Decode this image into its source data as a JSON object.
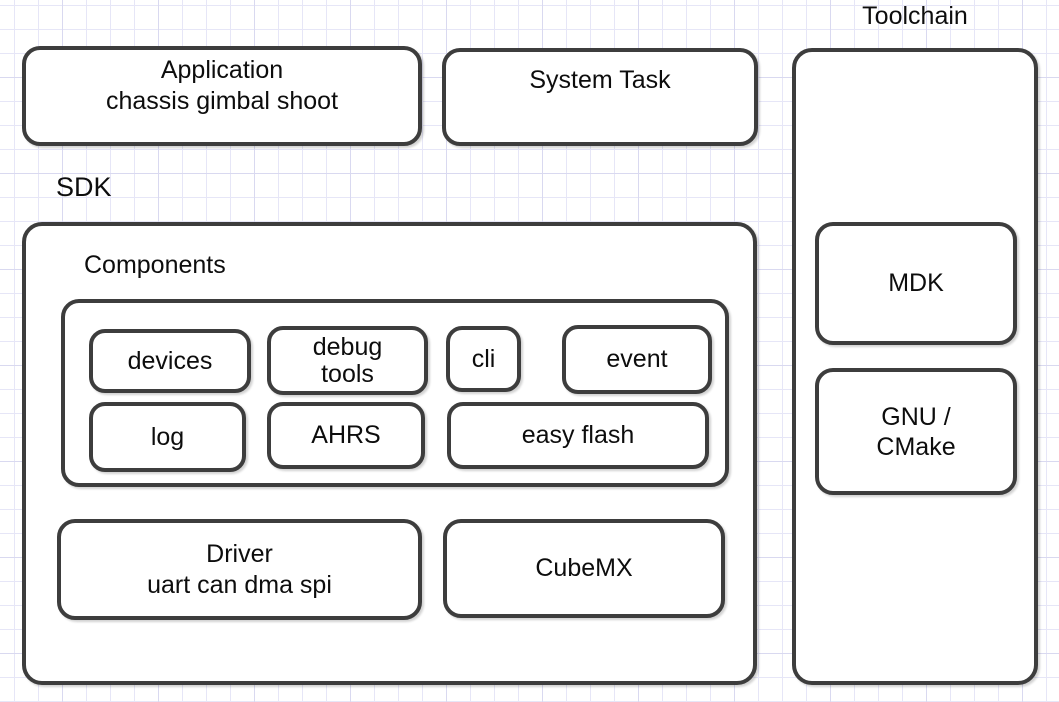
{
  "labels": {
    "toolchain": "Toolchain",
    "sdk": "SDK",
    "components": "Components"
  },
  "boxes": {
    "application": {
      "line1": "Application",
      "line2": "chassis gimbal shoot"
    },
    "system_task": {
      "label": "System Task"
    },
    "components": {
      "devices": "devices",
      "debug_tools": {
        "line1": "debug",
        "line2": "tools"
      },
      "cli": "cli",
      "event": "event",
      "log": "log",
      "ahrs": "AHRS",
      "easy_flash": "easy flash"
    },
    "driver": {
      "line1": "Driver",
      "line2": "uart can dma spi"
    },
    "cubemx": {
      "label": "CubeMX"
    },
    "mdk": {
      "label": "MDK"
    },
    "gnu_cmake": {
      "line1": "GNU /",
      "line2": "CMake"
    }
  },
  "colors": {
    "border": "#3d3d3d",
    "text": "#0d0d0d",
    "bg": "#ffffff",
    "grid_minor": "#e6e6f7",
    "grid_major": "#d9d9f0"
  }
}
